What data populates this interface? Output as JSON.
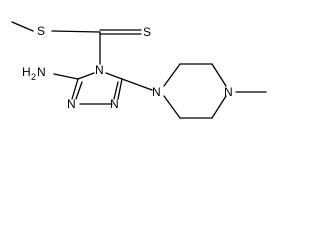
{
  "molecule": {
    "atoms": {
      "s_thioether": "S",
      "s_thione": "S",
      "n_ring_top": "N",
      "n_ring_left_a": "N",
      "n_ring_left_b": "N",
      "n_piperazine_left": "N",
      "n_piperazine_right": "N",
      "amine_h": "H",
      "amine_sub": "2",
      "amine_n": "N"
    },
    "colors": {
      "bond": "#000000",
      "text": "#000000",
      "background": "#ffffff"
    }
  }
}
